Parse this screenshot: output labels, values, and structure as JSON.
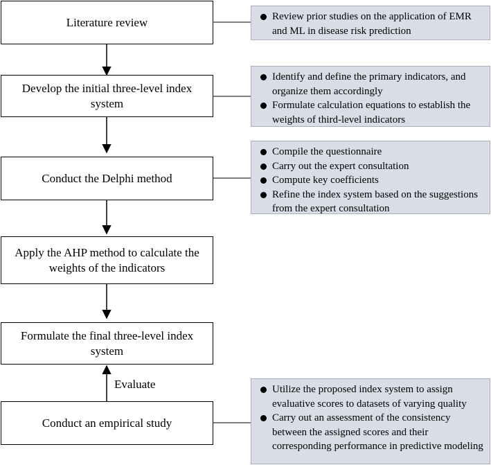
{
  "steps": [
    {
      "id": "literature",
      "label": "Literature review"
    },
    {
      "id": "develop",
      "label": "Develop the initial three-level index system"
    },
    {
      "id": "delphi",
      "label": "Conduct the Delphi method"
    },
    {
      "id": "ahp",
      "label": "Apply the AHP method to calculate the weights of the indicators"
    },
    {
      "id": "final",
      "label": "Formulate the final three-level index system"
    },
    {
      "id": "empirical",
      "label": "Conduct an empirical study"
    }
  ],
  "notes": {
    "literature": [
      "Review prior studies on the application of EMR and ML in disease risk prediction"
    ],
    "develop": [
      "Identify and define the primary indicators, and organize them accordingly",
      "Formulate calculation equations to establish the weights of third-level indicators"
    ],
    "delphi": [
      "Compile the questionnaire",
      "Carry out the expert consultation",
      "Compute key coefficients",
      "Refine the index system based on the suggestions from the expert consultation"
    ],
    "empirical": [
      "Utilize the proposed index system to assign evaluative scores to datasets of varying quality",
      "Carry out an assessment of the consistency between the assigned scores and their corresponding performance in predictive modeling"
    ]
  },
  "edge_label": "Evaluate"
}
